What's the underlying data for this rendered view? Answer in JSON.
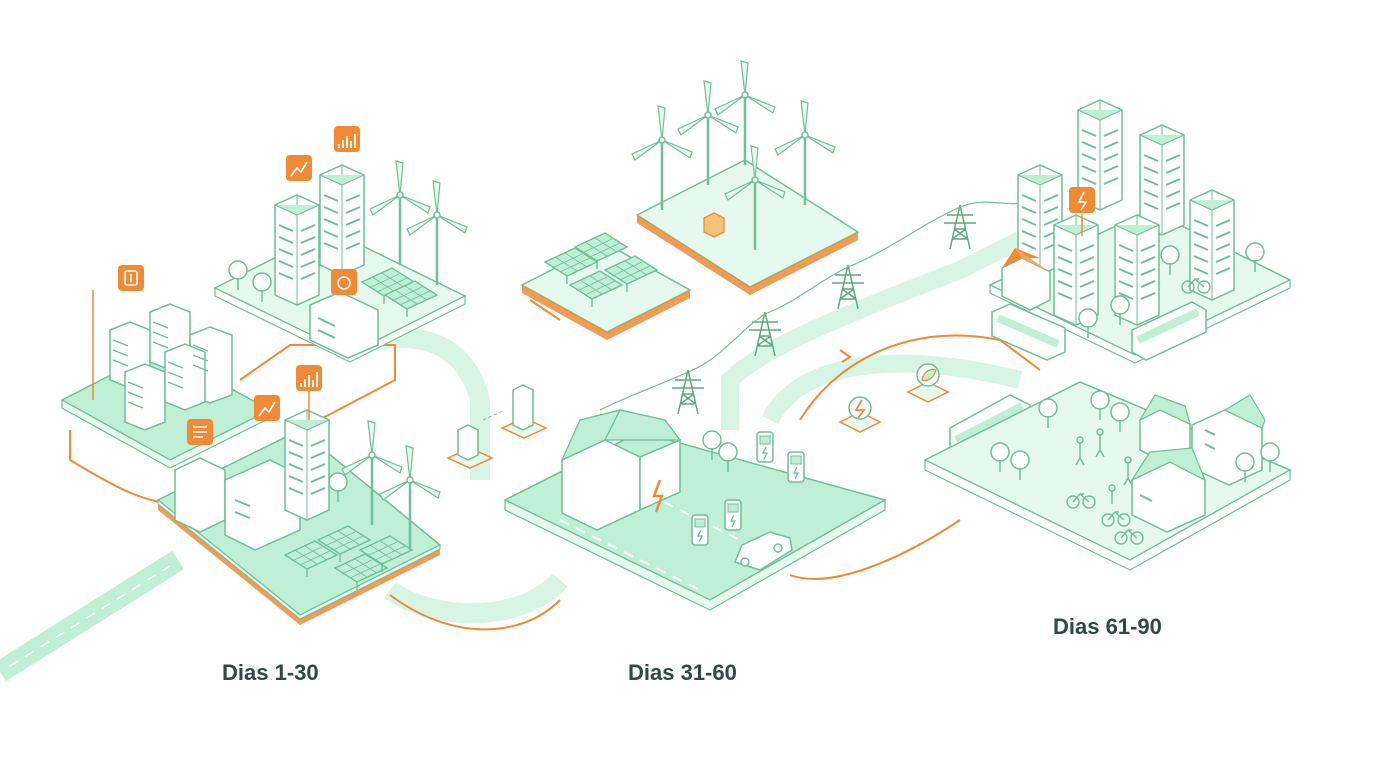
{
  "phases": [
    {
      "label": "Dias 1-30"
    },
    {
      "label": "Dias 31-60"
    },
    {
      "label": "Dias 61-90"
    }
  ],
  "colors": {
    "background": "#ffffff",
    "mint": "#bff0d6",
    "mint_light": "#e6f9ef",
    "line": "#6fbf97",
    "orange": "#f08a35",
    "label_text": "#2e4a44"
  },
  "icons": [
    "chart-icon",
    "bar-chart-icon",
    "gauge-icon",
    "list-icon",
    "lightning-icon",
    "leaf-icon",
    "wind-turbine-icon",
    "solar-panel-icon",
    "pylon-icon",
    "bus-icon",
    "car-icon",
    "bicycle-icon",
    "tree-icon",
    "ev-charger-icon",
    "house-icon"
  ]
}
